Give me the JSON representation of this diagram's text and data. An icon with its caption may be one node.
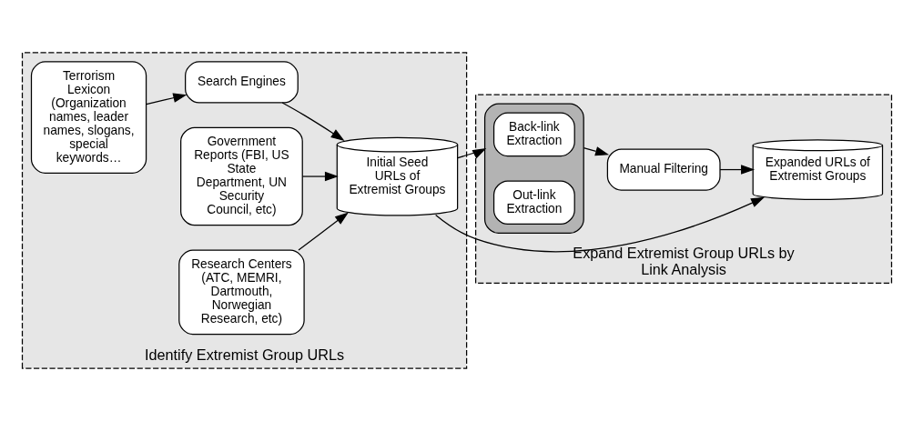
{
  "diagram": {
    "nodes": [
      {
        "text": [
          "Identify Extremist Group URLs"
        ]
      },
      {
        "text": [
          "Terrorism Lexicon (Organization names, leader names, slogans, special keywords…"
        ],
        "in": 0
      },
      {
        "text": [
          "Search Engines"
        ],
        "in": 0
      },
      {
        "text": [
          "Government Reports (FBI, US State Department, UN Security Council, etc)"
        ],
        "in": 0
      },
      {
        "text": [
          "Research Centers (ATC, MEMRI, Dartmouth, Norwegian Research, etc)"
        ],
        "in": 0
      },
      {
        "text": [
          "Initial Seed URLs of Extremist Groups"
        ],
        "in": 0
      },
      {
        "text": [
          "Expand Extremist Group URLs by Link Analysis"
        ]
      },
      {
        "text": [],
        "shape": "box",
        "in": 6
      },
      {
        "text": [
          "Back-link Extraction"
        ],
        "in": 7
      },
      {
        "text": [
          "Out-link Extraction"
        ],
        "in": 7
      },
      {
        "text": [
          "Manual Filtering"
        ],
        "in": 6
      },
      {
        "text": [
          "Expanded URLs of Extremist Groups"
        ],
        "in": 6
      }
    ],
    "edges": [
      {
        "from": 1,
        "to": 2,
        "arrow": "to"
      },
      {
        "from": 2,
        "to": 5,
        "arrow": "to"
      },
      {
        "from": 3,
        "to": 5,
        "arrow": "to"
      },
      {
        "from": 4,
        "to": 5,
        "arrow": "to"
      },
      {
        "from": 5,
        "to": 7,
        "arrow": "to"
      },
      {
        "from": 7,
        "to": 10,
        "arrow": "to"
      },
      {
        "from": 10,
        "to": 11,
        "arrow": "to"
      },
      {
        "from": 5,
        "to": 11,
        "arrow": "to"
      }
    ]
  }
}
